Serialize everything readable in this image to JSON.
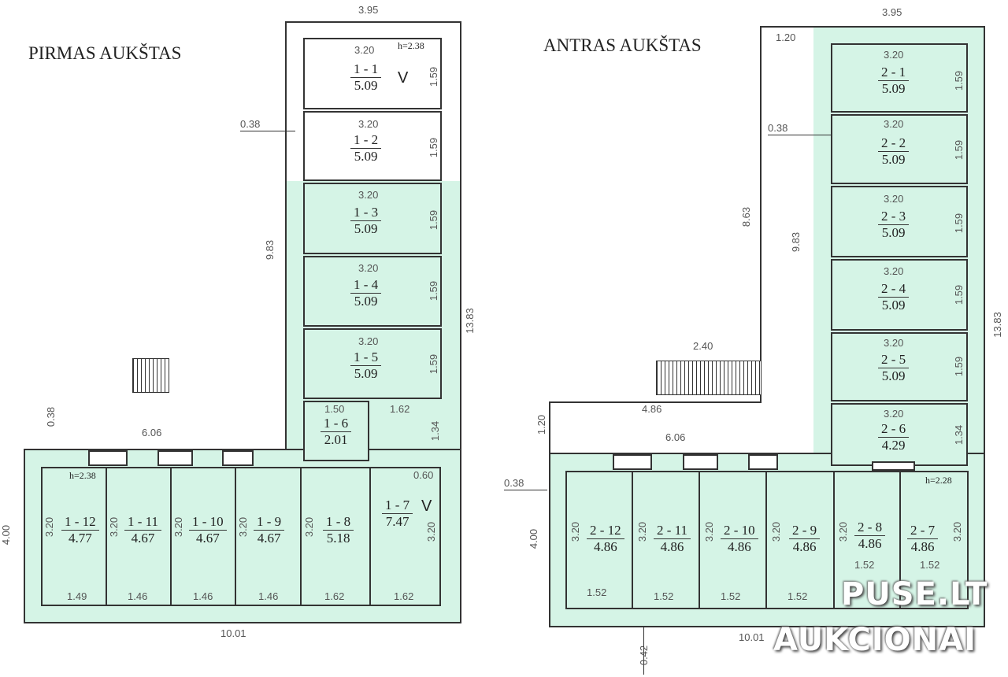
{
  "floor1": {
    "title": "PIRMAS AUKŠTAS",
    "top_width": "3.95",
    "h_top": "h=2.38",
    "h_bottom": "h=2.38",
    "wall": "0.38",
    "wall2": "0.38",
    "wing_len": "9.83",
    "total_len": "13.83",
    "front": "6.06",
    "depth": "4.00",
    "bottom": "10.01",
    "door": "0.60",
    "wing_rooms": [
      {
        "id": "1 - 1",
        "area": "5.09",
        "w": "3.20",
        "l": "1.59",
        "mark": "V"
      },
      {
        "id": "1 - 2",
        "area": "5.09",
        "w": "3.20",
        "l": "1.59"
      },
      {
        "id": "1 - 3",
        "area": "5.09",
        "w": "3.20",
        "l": "1.59"
      },
      {
        "id": "1 - 4",
        "area": "5.09",
        "w": "3.20",
        "l": "1.59"
      },
      {
        "id": "1 - 5",
        "area": "5.09",
        "w": "3.20",
        "l": "1.59"
      }
    ],
    "room6": {
      "id": "1 - 6",
      "area": "2.01",
      "w": "1.50",
      "l": "1.34",
      "w2": "1.62"
    },
    "room7": {
      "id": "1 - 7",
      "area": "7.47",
      "l": "3.20",
      "w": "1.62",
      "mark": "V"
    },
    "lower_rooms": [
      {
        "id": "1 - 12",
        "area": "4.77",
        "l": "3.20",
        "w": "1.49"
      },
      {
        "id": "1 - 11",
        "area": "4.67",
        "l": "3.20",
        "w": "1.46"
      },
      {
        "id": "1 - 10",
        "area": "4.67",
        "l": "3.20",
        "w": "1.46"
      },
      {
        "id": "1 - 9",
        "area": "4.67",
        "l": "3.20",
        "w": "1.46"
      },
      {
        "id": "1 - 8",
        "area": "5.18",
        "l": "3.20",
        "w": "1.62"
      }
    ]
  },
  "floor2": {
    "title": "ANTRAS AUKŠTAS",
    "top_width": "3.95",
    "corridor_w": "1.20",
    "wall": "0.38",
    "wall2": "0.38",
    "corridor_len": "8.63",
    "wing_len": "9.83",
    "total_len": "13.83",
    "stair_w": "2.40",
    "ext_w": "4.86",
    "ext_h": "1.20",
    "front": "6.06",
    "depth": "4.00",
    "bottom": "10.01",
    "offset": "0.42",
    "h": "h=2.28",
    "wing_rooms": [
      {
        "id": "2 - 1",
        "area": "5.09",
        "w": "3.20",
        "l": "1.59"
      },
      {
        "id": "2 - 2",
        "area": "5.09",
        "w": "3.20",
        "l": "1.59"
      },
      {
        "id": "2 - 3",
        "area": "5.09",
        "w": "3.20",
        "l": "1.59"
      },
      {
        "id": "2 - 4",
        "area": "5.09",
        "w": "3.20",
        "l": "1.59"
      },
      {
        "id": "2 - 5",
        "area": "5.09",
        "w": "3.20",
        "l": "1.59"
      },
      {
        "id": "2 - 6",
        "area": "4.29",
        "w": "3.20",
        "l": "1.34"
      }
    ],
    "lower_rooms": [
      {
        "id": "2 - 12",
        "area": "4.86",
        "l": "3.20",
        "w": "1.52"
      },
      {
        "id": "2 - 11",
        "area": "4.86",
        "l": "3.20",
        "w": "1.52"
      },
      {
        "id": "2 - 10",
        "area": "4.86",
        "l": "3.20",
        "w": "1.52"
      },
      {
        "id": "2 - 9",
        "area": "4.86",
        "l": "3.20",
        "w": "1.52"
      },
      {
        "id": "2 - 8",
        "area": "4.86",
        "l": "3.20",
        "w": "1.52"
      },
      {
        "id": "2 - 7",
        "area": "4.86",
        "l": "3.20",
        "w": "1.52"
      }
    ]
  },
  "watermark": {
    "line1": "PUSE.LT",
    "line2": "AUKCIONAI"
  }
}
